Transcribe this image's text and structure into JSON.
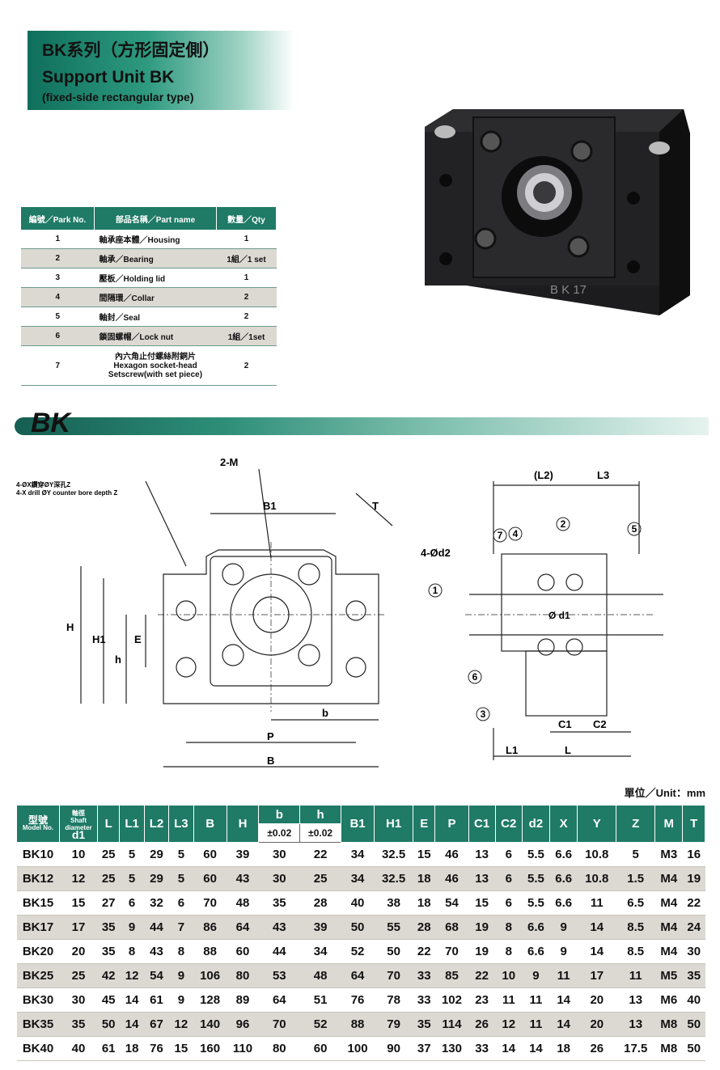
{
  "title": {
    "zh": "BK系列（方形固定側）",
    "en": "Support Unit BK",
    "sub": "(fixed-side rectangular type)"
  },
  "photo": {
    "engraving": "B K 17"
  },
  "parts_table": {
    "headers": [
      "編號／Park No.",
      "部品名稱／Part name",
      "數量／Qty"
    ],
    "rows": [
      {
        "no": "1",
        "name": "軸承座本體／Housing",
        "qty": "1"
      },
      {
        "no": "2",
        "name": "軸承／Bearing",
        "qty": "1組／1 set"
      },
      {
        "no": "3",
        "name": "壓板／Holding lid",
        "qty": "1"
      },
      {
        "no": "4",
        "name": "間隔環／Collar",
        "qty": "2"
      },
      {
        "no": "5",
        "name": "軸封／Seal",
        "qty": "2"
      },
      {
        "no": "6",
        "name": "鎖固螺帽／Lock nut",
        "qty": "1組／1set"
      },
      {
        "no": "7",
        "name": "內六角止付螺絲附銅片 Hexagon socket-head Setscrew(with set piece)",
        "name_lines": [
          "內六角止付螺絲附銅片",
          "Hexagon socket-head",
          "Setscrew(with set piece)"
        ],
        "qty": "2"
      }
    ]
  },
  "banner": "BK",
  "drawing_labels": {
    "note_zh": "4-ØX鑽穿ØY深孔Z",
    "note_en": "4-X drill ØY counter bore depth Z",
    "m": "2-M",
    "b1": "B1",
    "t": "T",
    "d2": "4-Ød2",
    "h": "H",
    "h1": "H1",
    "hh": "h",
    "e": "E",
    "bb": "b",
    "p": "P",
    "b": "B",
    "l2": "(L2)",
    "l3": "L3",
    "d1": "Ø d1",
    "c1": "C1",
    "c2": "C2",
    "l1": "L1",
    "l": "L",
    "callouts": [
      "1",
      "2",
      "3",
      "4",
      "5",
      "6",
      "7"
    ]
  },
  "unit": "單位／Unit：mm",
  "spec_table": {
    "headers": {
      "model_zh": "型號",
      "model_en": "Model No.",
      "shaft_zh": "軸徑",
      "shaft_en1": "Shaft",
      "shaft_en2": "diameter",
      "shaft_sym": "d1",
      "cols": [
        "L",
        "L1",
        "L2",
        "L3",
        "B",
        "H"
      ],
      "b": "b",
      "h": "h",
      "tol": "±0.02",
      "cols2": [
        "B1",
        "H1",
        "E",
        "P",
        "C1",
        "C2",
        "d2",
        "X",
        "Y",
        "Z",
        "M",
        "T"
      ]
    },
    "rows": [
      [
        "BK10",
        "10",
        "25",
        "5",
        "29",
        "5",
        "60",
        "39",
        "30",
        "22",
        "34",
        "32.5",
        "15",
        "46",
        "13",
        "6",
        "5.5",
        "6.6",
        "10.8",
        "5",
        "M3",
        "16"
      ],
      [
        "BK12",
        "12",
        "25",
        "5",
        "29",
        "5",
        "60",
        "43",
        "30",
        "25",
        "34",
        "32.5",
        "18",
        "46",
        "13",
        "6",
        "5.5",
        "6.6",
        "10.8",
        "1.5",
        "M4",
        "19"
      ],
      [
        "BK15",
        "15",
        "27",
        "6",
        "32",
        "6",
        "70",
        "48",
        "35",
        "28",
        "40",
        "38",
        "18",
        "54",
        "15",
        "6",
        "5.5",
        "6.6",
        "11",
        "6.5",
        "M4",
        "22"
      ],
      [
        "BK17",
        "17",
        "35",
        "9",
        "44",
        "7",
        "86",
        "64",
        "43",
        "39",
        "50",
        "55",
        "28",
        "68",
        "19",
        "8",
        "6.6",
        "9",
        "14",
        "8.5",
        "M4",
        "24"
      ],
      [
        "BK20",
        "20",
        "35",
        "8",
        "43",
        "8",
        "88",
        "60",
        "44",
        "34",
        "52",
        "50",
        "22",
        "70",
        "19",
        "8",
        "6.6",
        "9",
        "14",
        "8.5",
        "M4",
        "30"
      ],
      [
        "BK25",
        "25",
        "42",
        "12",
        "54",
        "9",
        "106",
        "80",
        "53",
        "48",
        "64",
        "70",
        "33",
        "85",
        "22",
        "10",
        "9",
        "11",
        "17",
        "11",
        "M5",
        "35"
      ],
      [
        "BK30",
        "30",
        "45",
        "14",
        "61",
        "9",
        "128",
        "89",
        "64",
        "51",
        "76",
        "78",
        "33",
        "102",
        "23",
        "11",
        "11",
        "14",
        "20",
        "13",
        "M6",
        "40"
      ],
      [
        "BK35",
        "35",
        "50",
        "14",
        "67",
        "12",
        "140",
        "96",
        "70",
        "52",
        "88",
        "79",
        "35",
        "114",
        "26",
        "12",
        "11",
        "14",
        "20",
        "13",
        "M8",
        "50"
      ],
      [
        "BK40",
        "40",
        "61",
        "18",
        "76",
        "15",
        "160",
        "110",
        "80",
        "60",
        "100",
        "90",
        "37",
        "130",
        "33",
        "14",
        "14",
        "18",
        "26",
        "17.5",
        "M8",
        "50"
      ]
    ]
  }
}
